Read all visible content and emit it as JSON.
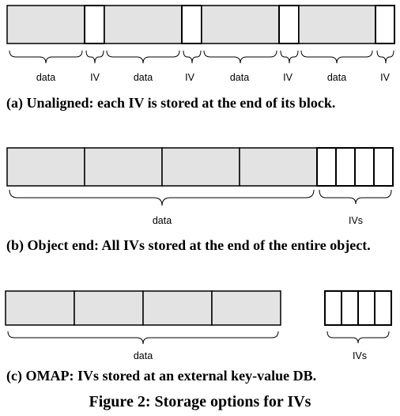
{
  "panel_a": {
    "labels": [
      "data",
      "IV",
      "data",
      "IV",
      "data",
      "IV",
      "data",
      "IV"
    ],
    "caption": "(a) Unaligned: each IV is stored at the end of its block."
  },
  "panel_b": {
    "data_label": "data",
    "ivs_label": "IVs",
    "caption": "(b) Object end: All IVs stored at the end of the entire object."
  },
  "panel_c": {
    "data_label": "data",
    "ivs_label": "IVs",
    "caption": "(c) OMAP: IVs stored at an external key-value DB."
  },
  "figure_caption": "Figure 2: Storage options for IVs",
  "colors": {
    "data_fill": "#e3e3e3",
    "iv_fill": "#ffffff",
    "stroke": "#000000"
  }
}
